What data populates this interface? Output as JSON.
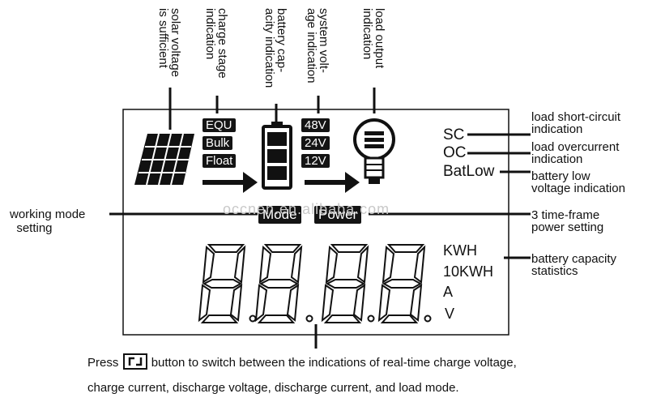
{
  "top_labels": {
    "solar": "solar voltage\nis sufficient",
    "charge_stage": "charge stage\nindication",
    "battery_capacity": "battery cap-\nacity indication",
    "system_voltage": "system volt-\nage indication",
    "load_output": "load output\nindication"
  },
  "right_labels": {
    "short_circuit": "load short-circuit\nindication",
    "overcurrent": "load overcurrent\nindication",
    "battery_low": "battery low\nvoltage indication",
    "time_frame": "3 time-frame\npower setting",
    "capacity_stats": "battery capacity\nstatistics"
  },
  "left_labels": {
    "working_mode": "working mode\n  setting"
  },
  "lcd": {
    "charge_stages": [
      "EQU",
      "Bulk",
      "Float"
    ],
    "system_voltages": [
      "48V",
      "24V",
      "12V"
    ],
    "faults": [
      "SC",
      "OC",
      "BatLow"
    ],
    "mode": "Mode",
    "power": "Power",
    "units": [
      "KWH",
      "10KWH",
      "A",
      "V"
    ],
    "digits_count_display": "8.8.8.8."
  },
  "watermark": "occnen.en.alibaba.com",
  "caption": {
    "line1_before": "Press",
    "line1_after": "button to switch between the indications of real-time charge voltage,",
    "line2": "charge current, discharge voltage, discharge current, and load mode."
  },
  "colors": {
    "ink": "#111111",
    "badge_bg": "#141414",
    "badge_text": "#ffffff",
    "watermark": "#c9c9c9"
  },
  "icons": [
    "solar-panel-icon",
    "arrow-right-icon",
    "battery-icon",
    "light-bulb-icon",
    "switch-button-icon"
  ]
}
